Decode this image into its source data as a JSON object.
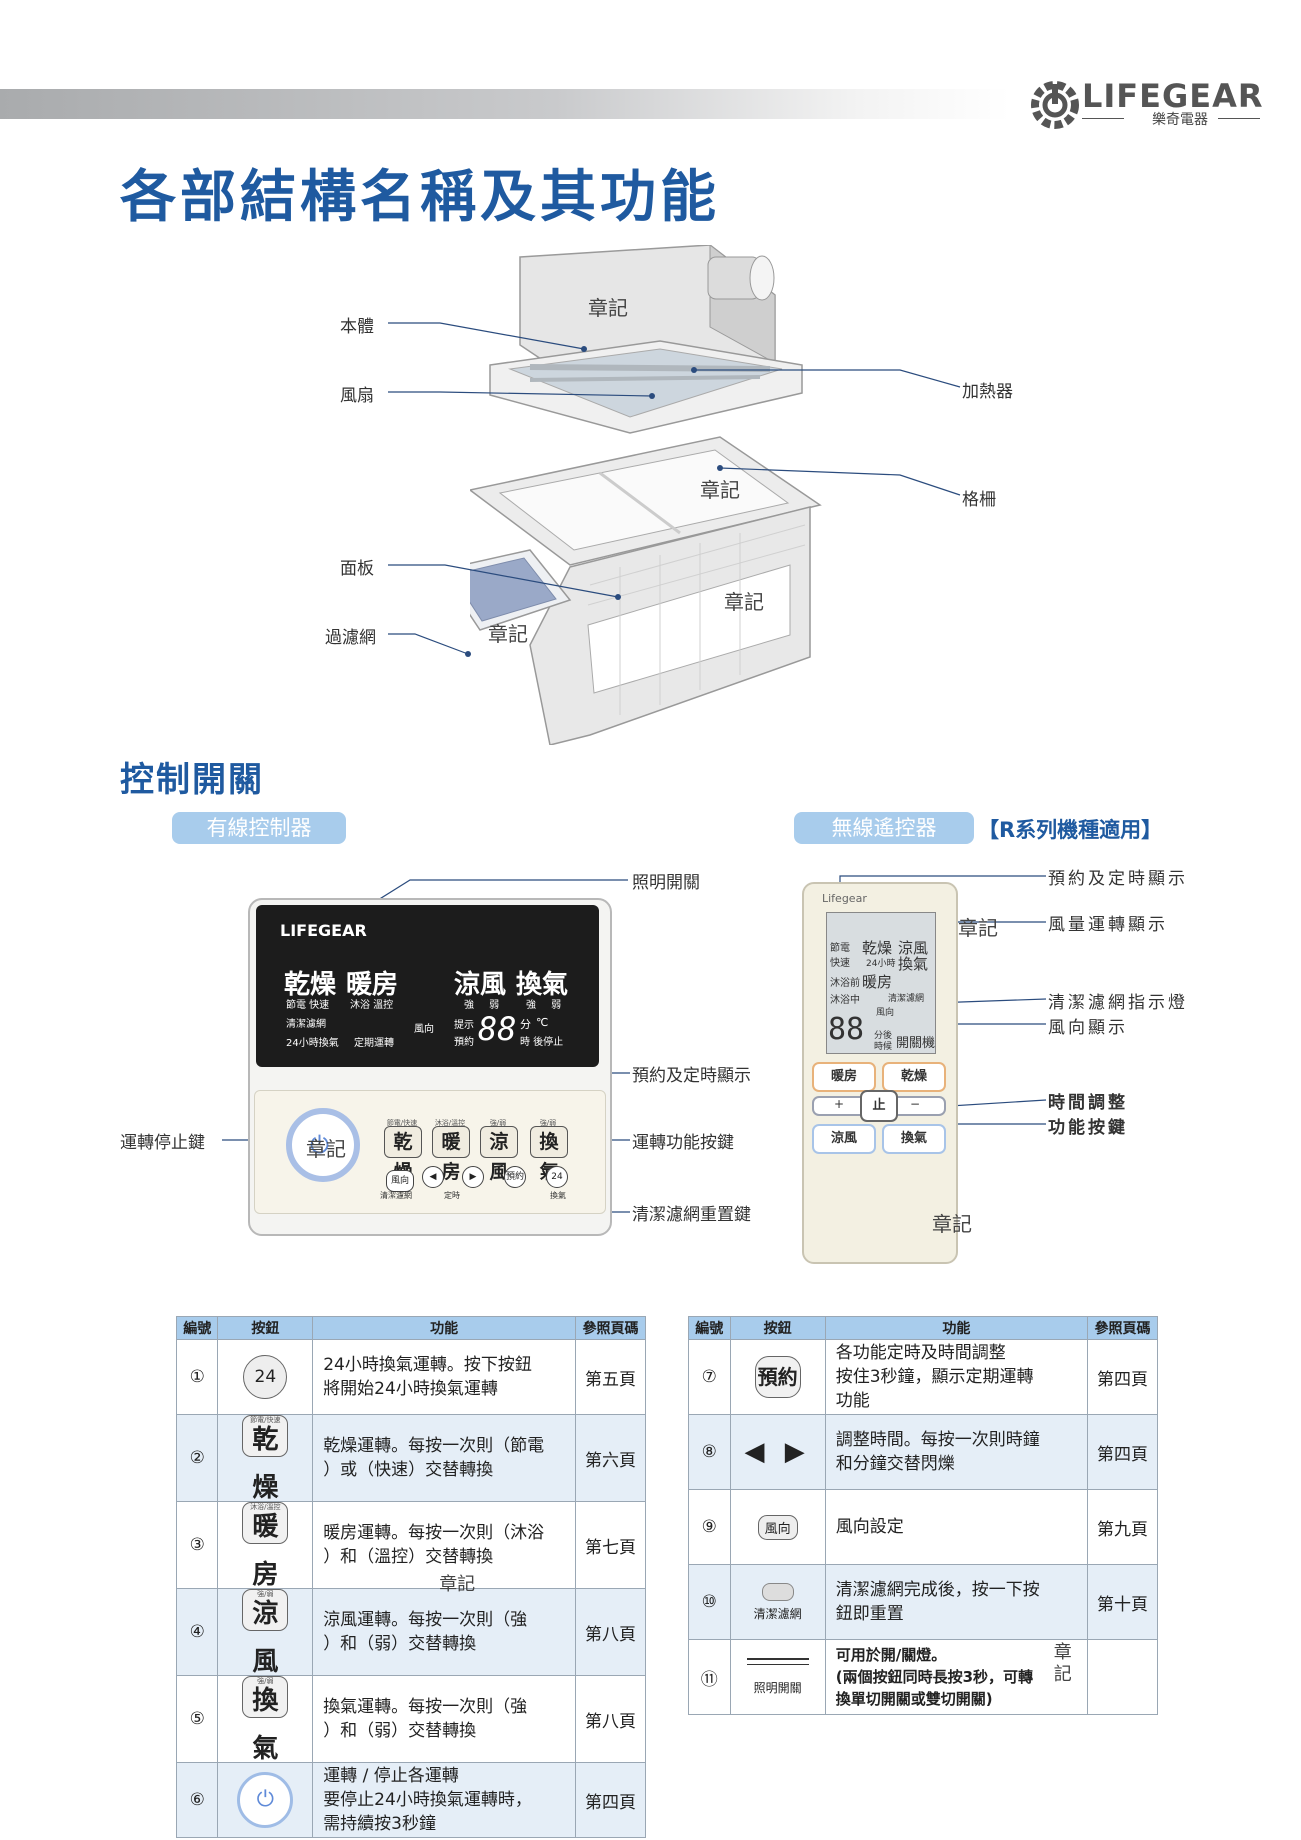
{
  "brand": {
    "name": "LIFEGEAR",
    "sub": "樂奇電器"
  },
  "title": "各部結構名稱及其功能",
  "watermark": "章記",
  "parts": {
    "body": "本體",
    "fan": "風扇",
    "heater": "加熱器",
    "grille": "格柵",
    "panel": "面板",
    "filter": "過濾網"
  },
  "control": {
    "title": "控制開關",
    "wired_tab": "有線控制器",
    "remote_tab": "無線遙控器",
    "remote_note": "【R系列機種適用】",
    "wired_labels": {
      "light_switch": "照明開關",
      "timer_display": "預約及定時顯示",
      "run_stop": "運轉停止鍵",
      "function_keys": "運轉功能按鍵",
      "filter_reset": "清潔濾網重置鍵"
    },
    "remote_labels": {
      "timer_display": "預約及定時顯示",
      "air_volume": "風量運轉顯示",
      "filter_lamp": "清潔濾網指示燈",
      "wind_dir": "風向顯示",
      "time_adjust": "時間調整",
      "function_keys": "功能按鍵"
    }
  },
  "wired": {
    "logo": "LIFEGEAR",
    "lcd": {
      "dry": "乾燥",
      "dry_sub": "節電 快速",
      "warm": "暖房",
      "warm_sub": "沐浴 溫控",
      "cool": "涼風",
      "cool_sub": "強 弱",
      "vent": "換氣",
      "vent_sub": "強 弱",
      "filter": "清潔濾網",
      "h24": "24小時換氣",
      "period": "定期運轉",
      "wind": "風向",
      "hint": "提示",
      "reserve": "預約",
      "digits": "88",
      "min": "分",
      "temp": "℃",
      "hours_stop": "時 後停止"
    },
    "keys": [
      {
        "cap": "節電/快速",
        "label": "乾燥"
      },
      {
        "cap": "沐浴/溫控",
        "label": "暖房"
      },
      {
        "cap": "強/弱",
        "label": "涼風"
      },
      {
        "cap": "強/弱",
        "label": "換氣"
      }
    ],
    "small": {
      "wind": "風向",
      "left": "◀",
      "right": "▶",
      "reserve": "預約",
      "h24": "24",
      "filter": "清潔濾網",
      "timer": "定時",
      "vent": "換氣"
    }
  },
  "remote": {
    "logo": "Lifegear",
    "lcd": {
      "save": "節電",
      "fast": "快速",
      "dry": "乾燥",
      "cool": "涼風",
      "h24": "24小時",
      "vent": "換氣",
      "bath": "沐浴前",
      "warm": "暖房",
      "bathing": "沐浴中",
      "filter": "清潔濾網",
      "wind": "風向",
      "digits": "88",
      "min_after": "分後",
      "time": "時候",
      "onoff": "開關機"
    },
    "keys": {
      "warm": "暖房",
      "dry": "乾燥",
      "plus": "+",
      "stop": "止",
      "minus": "−",
      "cool": "涼風",
      "vent": "換氣"
    }
  },
  "table_headers": {
    "no": "編號",
    "button": "按鈕",
    "function": "功能",
    "page": "參照頁碼"
  },
  "table_left": [
    {
      "no": "①",
      "btn": "24",
      "cap": "",
      "fn": [
        "24小時換氣運轉。按下按鈕",
        "將開始24小時換氣運轉"
      ],
      "page": "第五頁"
    },
    {
      "no": "②",
      "btn": "乾燥",
      "cap": "節電/快速",
      "fn": [
        "乾燥運轉。每按一次則（節電",
        "）或（快速）交替轉換"
      ],
      "page": "第六頁"
    },
    {
      "no": "③",
      "btn": "暖房",
      "cap": "沐浴/溫控",
      "fn": [
        "暖房運轉。每按一次則（沐浴",
        "）和（溫控）交替轉換"
      ],
      "page": "第七頁"
    },
    {
      "no": "④",
      "btn": "涼風",
      "cap": "強/弱",
      "fn": [
        "涼風運轉。每按一次則（強",
        "）和（弱）交替轉換"
      ],
      "page": "第八頁"
    },
    {
      "no": "⑤",
      "btn": "換氣",
      "cap": "強/弱",
      "fn": [
        "換氣運轉。每按一次則（強",
        "）和（弱）交替轉換"
      ],
      "page": "第八頁"
    },
    {
      "no": "⑥",
      "btn": "⏻",
      "cap": "",
      "fn": [
        "運轉 / 停止各運轉",
        "要停止24小時換氣運轉時，",
        "需持續按3秒鐘"
      ],
      "page": "第四頁"
    }
  ],
  "table_right": [
    {
      "no": "⑦",
      "btn": "預約",
      "cap": "",
      "fn": [
        "各功能定時及時間調整",
        "按住3秒鐘，顯示定期運轉",
        "功能"
      ],
      "page": "第四頁"
    },
    {
      "no": "⑧",
      "btn": "◀ ▶",
      "cap": "",
      "fn": [
        "調整時間。每按一次則時鐘",
        "和分鐘交替閃爍"
      ],
      "page": "第四頁"
    },
    {
      "no": "⑨",
      "btn": "風向",
      "cap": "",
      "fn": [
        "風向設定"
      ],
      "page": "第九頁"
    },
    {
      "no": "⑩",
      "btn": "",
      "cap": "清潔濾網",
      "fn": [
        "清潔濾網完成後，按一下按",
        "鈕即重置"
      ],
      "page": "第十頁"
    },
    {
      "no": "⑪",
      "btn": "",
      "cap": "照明開關",
      "fn": [
        "可用於開/關燈。",
        "(兩個按鈕同時長按3秒，可轉",
        "換單切開關或雙切開關)"
      ],
      "page": ""
    }
  ]
}
